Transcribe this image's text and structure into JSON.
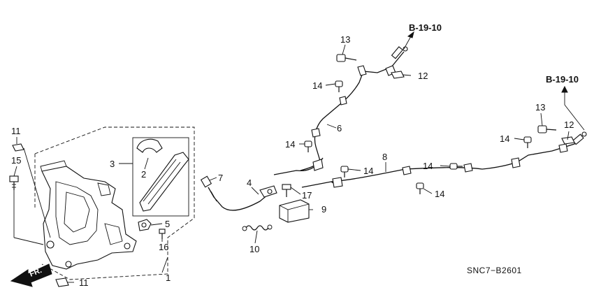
{
  "refs": {
    "top": "B-19-10",
    "right": "B-19-10"
  },
  "direction": "FR.",
  "diagram_code": "SNC7−B2601",
  "callouts": {
    "c1": "1",
    "c2": "2",
    "c3": "3",
    "c4": "4",
    "c5": "5",
    "c6": "6",
    "c7": "7",
    "c8": "8",
    "c9": "9",
    "c10": "10",
    "c11a": "11",
    "c11b": "11",
    "c12a": "12",
    "c12b": "12",
    "c13a": "13",
    "c13b": "13",
    "c14a": "14",
    "c14b": "14",
    "c14c": "14",
    "c14d": "14",
    "c14e": "14",
    "c14f": "14",
    "c15": "15",
    "c16": "16",
    "c17": "17"
  }
}
